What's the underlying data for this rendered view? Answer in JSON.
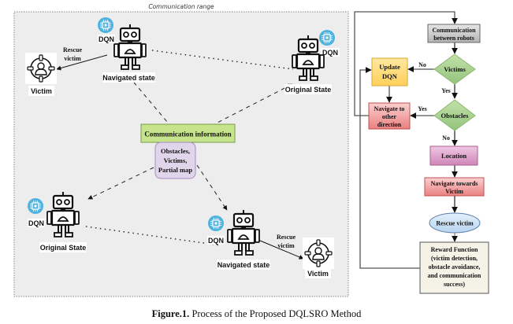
{
  "figure": {
    "caption_bold": "Figure.1.",
    "caption_text": " Process of the Proposed DQLSRO Method"
  },
  "scene": {
    "range_label": "Communication range",
    "comm_info_label": "Communication information",
    "shared_info": [
      "Obstacles,",
      "Victims,",
      "Partial map"
    ],
    "robots": [
      {
        "state": "Navigated state",
        "dqn_label": "DQN"
      },
      {
        "state": "Original State",
        "dqn_label": "DQN"
      },
      {
        "state": "Original State",
        "dqn_label": "DQN"
      },
      {
        "state": "Navigated state",
        "dqn_label": "DQN"
      }
    ],
    "victims": [
      {
        "label": "Victim",
        "action": [
          "Rescue",
          "victim"
        ]
      },
      {
        "label": "Victim",
        "action": [
          "Rescue",
          "victim"
        ]
      }
    ]
  },
  "flowchart": {
    "communication": [
      "Communication",
      "between robots"
    ],
    "victims_decision": "Victims",
    "obstacles_decision": "Obstacles",
    "update_dqn": [
      "Update",
      "DQN"
    ],
    "navigate_other": [
      "Navigate to",
      "other",
      "direction"
    ],
    "location": "Location",
    "navigate_towards": [
      "Navigate towards",
      "Victim"
    ],
    "rescue_victim": "Rescue victim",
    "reward": [
      "Reward Function",
      "(victim detection,",
      "obstacle avoidance,",
      "and communication",
      "success)"
    ],
    "edge_labels": {
      "victims_no": "No",
      "victims_yes": "Yes",
      "obstacles_yes": "Yes",
      "obstacles_no": "No"
    },
    "colors": {
      "communication": "#c8c8c8",
      "decision": "#a9d08e",
      "update_dqn": "#ffd966",
      "navigate": "#f4a6a6",
      "location": "#dda0c8",
      "rescue": "#cfe2f3",
      "reward": "#f5f3e8",
      "comm_info": "#c6e48b",
      "shared_info": "#e1d5ec",
      "dqn_chip": "#4fb3e0"
    }
  }
}
